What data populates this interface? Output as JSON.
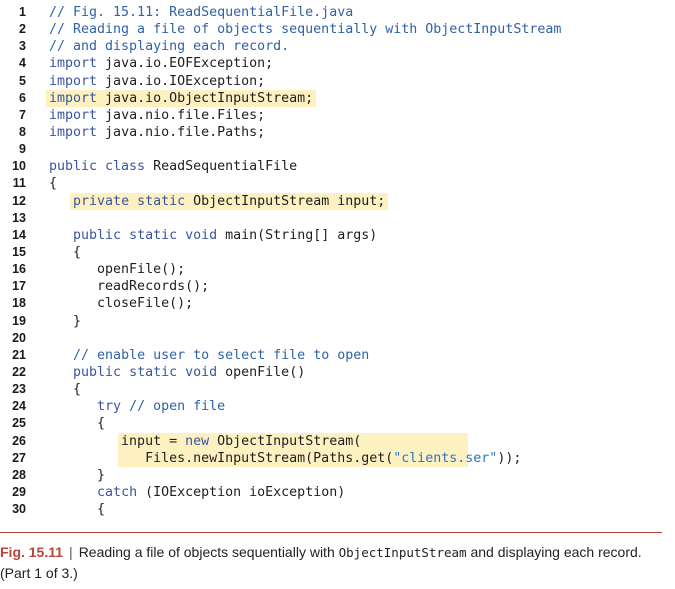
{
  "lines": [
    {
      "n": "1",
      "parts": [
        {
          "t": "// Fig. 15.11: ReadSequentialFile.java",
          "c": "cm"
        }
      ]
    },
    {
      "n": "2",
      "parts": [
        {
          "t": "// Reading a file of objects sequentially with ObjectInputStream",
          "c": "cm"
        }
      ]
    },
    {
      "n": "3",
      "parts": [
        {
          "t": "// and displaying each record.",
          "c": "cm"
        }
      ]
    },
    {
      "n": "4",
      "parts": [
        {
          "t": "import",
          "c": "kw"
        },
        {
          "t": " java.io.EOFException;",
          "c": ""
        }
      ]
    },
    {
      "n": "5",
      "parts": [
        {
          "t": "import",
          "c": "kw"
        },
        {
          "t": " java.io.IOException;",
          "c": ""
        }
      ]
    },
    {
      "n": "6",
      "hl": true,
      "parts": [
        {
          "t": "import",
          "c": "kw"
        },
        {
          "t": " java.io.ObjectInputStream;",
          "c": ""
        }
      ]
    },
    {
      "n": "7",
      "parts": [
        {
          "t": "import",
          "c": "kw"
        },
        {
          "t": " java.nio.file.Files;",
          "c": ""
        }
      ]
    },
    {
      "n": "8",
      "parts": [
        {
          "t": "import",
          "c": "kw"
        },
        {
          "t": " java.nio.file.Paths;",
          "c": ""
        }
      ]
    },
    {
      "n": "9",
      "parts": []
    },
    {
      "n": "10",
      "parts": [
        {
          "t": "public class",
          "c": "kw"
        },
        {
          "t": " ReadSequentialFile",
          "c": ""
        }
      ]
    },
    {
      "n": "11",
      "parts": [
        {
          "t": "{",
          "c": ""
        }
      ]
    },
    {
      "n": "12",
      "hl": true,
      "parts": [
        {
          "t": "   ",
          "c": ""
        },
        {
          "t": "private static",
          "c": "kw"
        },
        {
          "t": " ObjectInputStream input;",
          "c": ""
        }
      ]
    },
    {
      "n": "13",
      "parts": []
    },
    {
      "n": "14",
      "parts": [
        {
          "t": "   ",
          "c": ""
        },
        {
          "t": "public static void",
          "c": "kw"
        },
        {
          "t": " main(String[] args)",
          "c": ""
        }
      ]
    },
    {
      "n": "15",
      "parts": [
        {
          "t": "   {",
          "c": ""
        }
      ]
    },
    {
      "n": "16",
      "parts": [
        {
          "t": "      openFile();",
          "c": ""
        }
      ]
    },
    {
      "n": "17",
      "parts": [
        {
          "t": "      readRecords();",
          "c": ""
        }
      ]
    },
    {
      "n": "18",
      "parts": [
        {
          "t": "      closeFile();",
          "c": ""
        }
      ]
    },
    {
      "n": "19",
      "parts": [
        {
          "t": "   }",
          "c": ""
        }
      ]
    },
    {
      "n": "20",
      "parts": []
    },
    {
      "n": "21",
      "parts": [
        {
          "t": "   ",
          "c": ""
        },
        {
          "t": "// enable user to select file to open",
          "c": "cm"
        }
      ]
    },
    {
      "n": "22",
      "parts": [
        {
          "t": "   ",
          "c": ""
        },
        {
          "t": "public static void",
          "c": "kw"
        },
        {
          "t": " openFile()",
          "c": ""
        }
      ]
    },
    {
      "n": "23",
      "parts": [
        {
          "t": "   {",
          "c": ""
        }
      ]
    },
    {
      "n": "24",
      "parts": [
        {
          "t": "      ",
          "c": ""
        },
        {
          "t": "try",
          "c": "kw"
        },
        {
          "t": " ",
          "c": ""
        },
        {
          "t": "// open file",
          "c": "cm"
        }
      ]
    },
    {
      "n": "25",
      "parts": [
        {
          "t": "      {",
          "c": ""
        }
      ]
    },
    {
      "n": "26",
      "hl2": true,
      "parts": [
        {
          "t": "         input = ",
          "c": ""
        },
        {
          "t": "new",
          "c": "kw"
        },
        {
          "t": " ObjectInputStream(",
          "c": ""
        }
      ]
    },
    {
      "n": "27",
      "hl2": true,
      "parts": [
        {
          "t": "            Files.newInputStream(Paths.get(",
          "c": ""
        },
        {
          "t": "\"clients.ser\"",
          "c": "str"
        },
        {
          "t": "));",
          "c": ""
        }
      ]
    },
    {
      "n": "28",
      "parts": [
        {
          "t": "      }",
          "c": ""
        }
      ]
    },
    {
      "n": "29",
      "parts": [
        {
          "t": "      ",
          "c": ""
        },
        {
          "t": "catch",
          "c": "kw"
        },
        {
          "t": " (IOException ioException)",
          "c": ""
        }
      ]
    },
    {
      "n": "30",
      "parts": [
        {
          "t": "      {",
          "c": ""
        }
      ]
    }
  ],
  "caption": {
    "label": "Fig. 15.11",
    "separator": "|",
    "text_before": "Reading a file of objects sequentially with ",
    "code": "ObjectInputStream",
    "text_after": " and displaying each record. (Part 1 of 3.)"
  },
  "colors": {
    "keyword": "#3a55a0",
    "comment": "#2f62a8",
    "string": "#2f74c0",
    "highlight": "#fdf1c2",
    "caption_accent": "#b8443a"
  }
}
